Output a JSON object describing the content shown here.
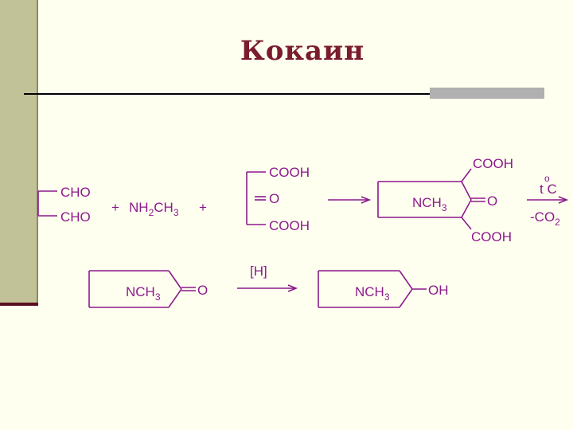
{
  "slide": {
    "title": "Кокаин",
    "accent_color": "#7a1c2e",
    "chem_color": "#8b1a8b"
  },
  "reaction1": {
    "dialdehyde": {
      "top_group": "CHO",
      "bottom_group": "CHO"
    },
    "plus1": "+",
    "methylamine": {
      "prefix": "NH",
      "sub1": "2",
      "mid": "CH",
      "sub2": "3"
    },
    "plus2": "+",
    "acid": {
      "top_group": "COOH",
      "middle_group": "O",
      "bottom_group": "COOH"
    },
    "product": {
      "n_group": "NCH",
      "n_sub": "3",
      "top_group": "COOH",
      "keto_group": "O",
      "bottom_group": "COOH"
    },
    "condition_top": "t C",
    "degree_mark": "o",
    "condition_bottom": "-CO",
    "condition_bottom_sub": "2"
  },
  "reaction2": {
    "reactant": {
      "n_group": "NCH",
      "n_sub": "3",
      "keto_group": "O"
    },
    "condition": "[H]",
    "product": {
      "n_group": "NCH",
      "n_sub": "3",
      "oh_group": "OH"
    }
  }
}
